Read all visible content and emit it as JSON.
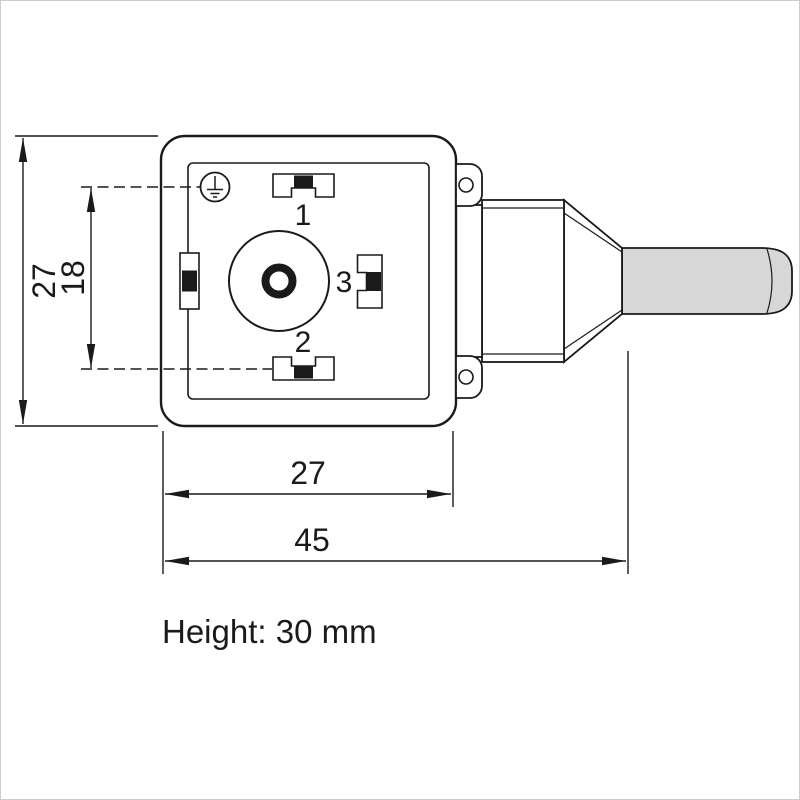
{
  "diagram": {
    "labels": {
      "dim_overall_height": "27",
      "dim_pin_spacing": "18",
      "dim_body_width": "27",
      "dim_overall_width": "45",
      "pin1": "1",
      "pin2": "2",
      "pin3": "3",
      "caption": "Height: 30 mm"
    },
    "colors": {
      "line": "#1a1a1a",
      "cable_fill": "#d7d7d7",
      "background": "#ffffff",
      "frame": "#cccccc"
    }
  }
}
